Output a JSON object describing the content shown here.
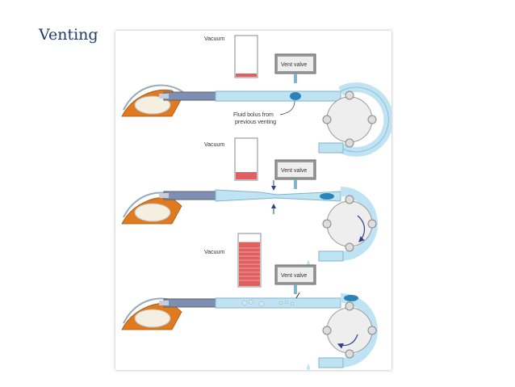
{
  "slide": {
    "title": "Venting"
  },
  "diagram": {
    "panels": [
      {
        "vacuum_label": "Vacuum",
        "vent_valve_label": "Vent valve",
        "vacuum_fill_fraction": 0.08
      },
      {
        "vacuum_label": "Vacuum",
        "vent_valve_label": "Vent valve",
        "vacuum_fill_fraction": 0.18
      },
      {
        "vacuum_label": "Vacuum",
        "vent_valve_label": "Vent valve",
        "vacuum_fill_fraction": 0.85
      }
    ],
    "callout_line1": "Fluid bolus from",
    "callout_line2": "previous venting"
  },
  "colors": {
    "tube": "#bfe3f2",
    "tube_outline": "#7fb6cc",
    "handpiece": "#7e8fb3",
    "eye_iris": "#e07a1e",
    "eye_lens": "#f4efe1",
    "vacuum_red": "#e06060",
    "valve_box": "#9a9a9a",
    "fluid_bolus": "#2a84b8",
    "arrow": "#2d3f8f"
  }
}
